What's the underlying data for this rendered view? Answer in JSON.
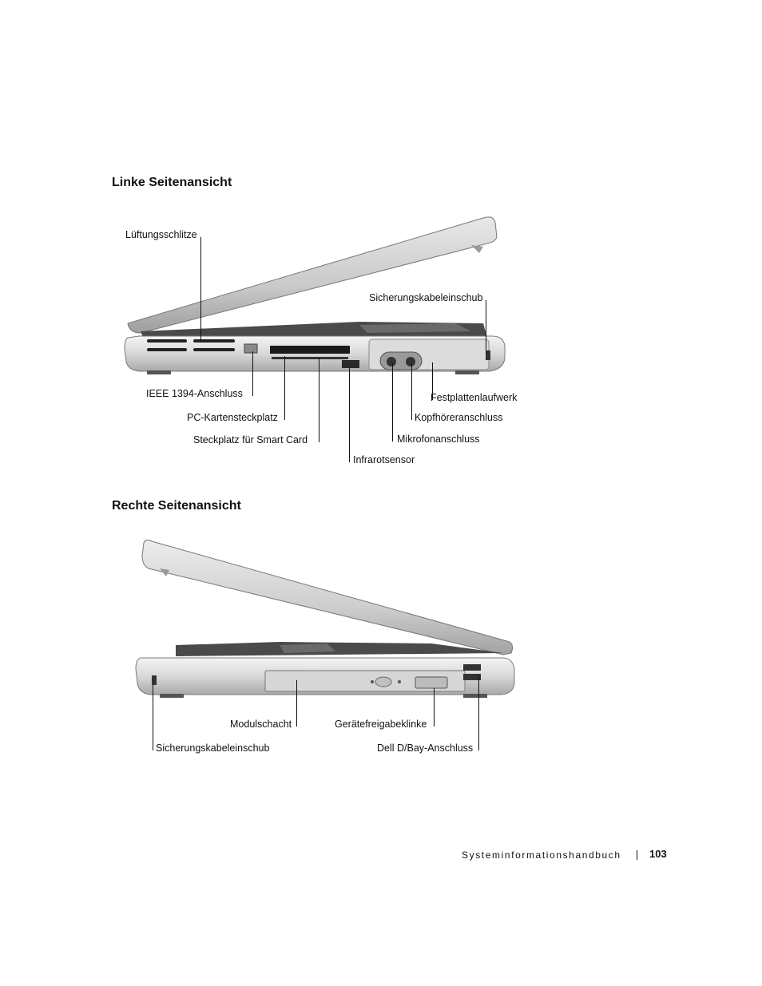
{
  "left_view": {
    "heading": "Linke Seitenansicht",
    "callouts": {
      "vents": "Lüftungsschlitze",
      "security_slot": "Sicherungskabeleinschub",
      "ieee1394": "IEEE 1394-Anschluss",
      "pc_card": "PC-Kartensteckplatz",
      "smart_card": "Steckplatz für Smart Card",
      "infrared": "Infrarotsensor",
      "microphone": "Mikrofonanschluss",
      "headphone": "Kopfhöreranschluss",
      "hard_drive": "Festplattenlaufwerk"
    }
  },
  "right_view": {
    "heading": "Rechte Seitenansicht",
    "callouts": {
      "module_bay": "Modulschacht",
      "security_slot": "Sicherungskabeleinschub",
      "release_latch": "Gerätefreigabeklinke",
      "dbay": "Dell D/Bay-Anschluss"
    }
  },
  "footer": {
    "title": "Systeminformationshandbuch",
    "page_number": "103"
  }
}
